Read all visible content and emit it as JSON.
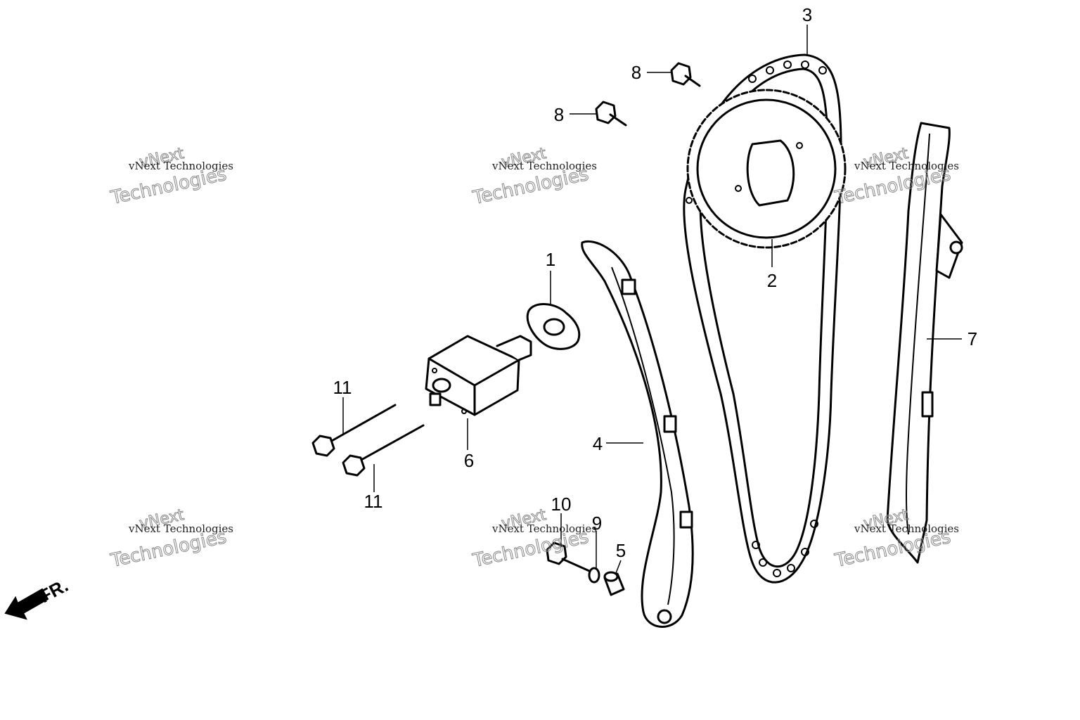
{
  "callouts": {
    "c1": "1",
    "c2": "2",
    "c3": "3",
    "c4": "4",
    "c5": "5",
    "c6": "6",
    "c7": "7",
    "c8a": "8",
    "c8b": "8",
    "c9": "9",
    "c10": "10",
    "c11a": "11",
    "c11b": "11"
  },
  "direction": {
    "label": "FR."
  },
  "watermark": {
    "small": "vNext Technologies",
    "top": "vNext",
    "bottom": "Technologies"
  }
}
